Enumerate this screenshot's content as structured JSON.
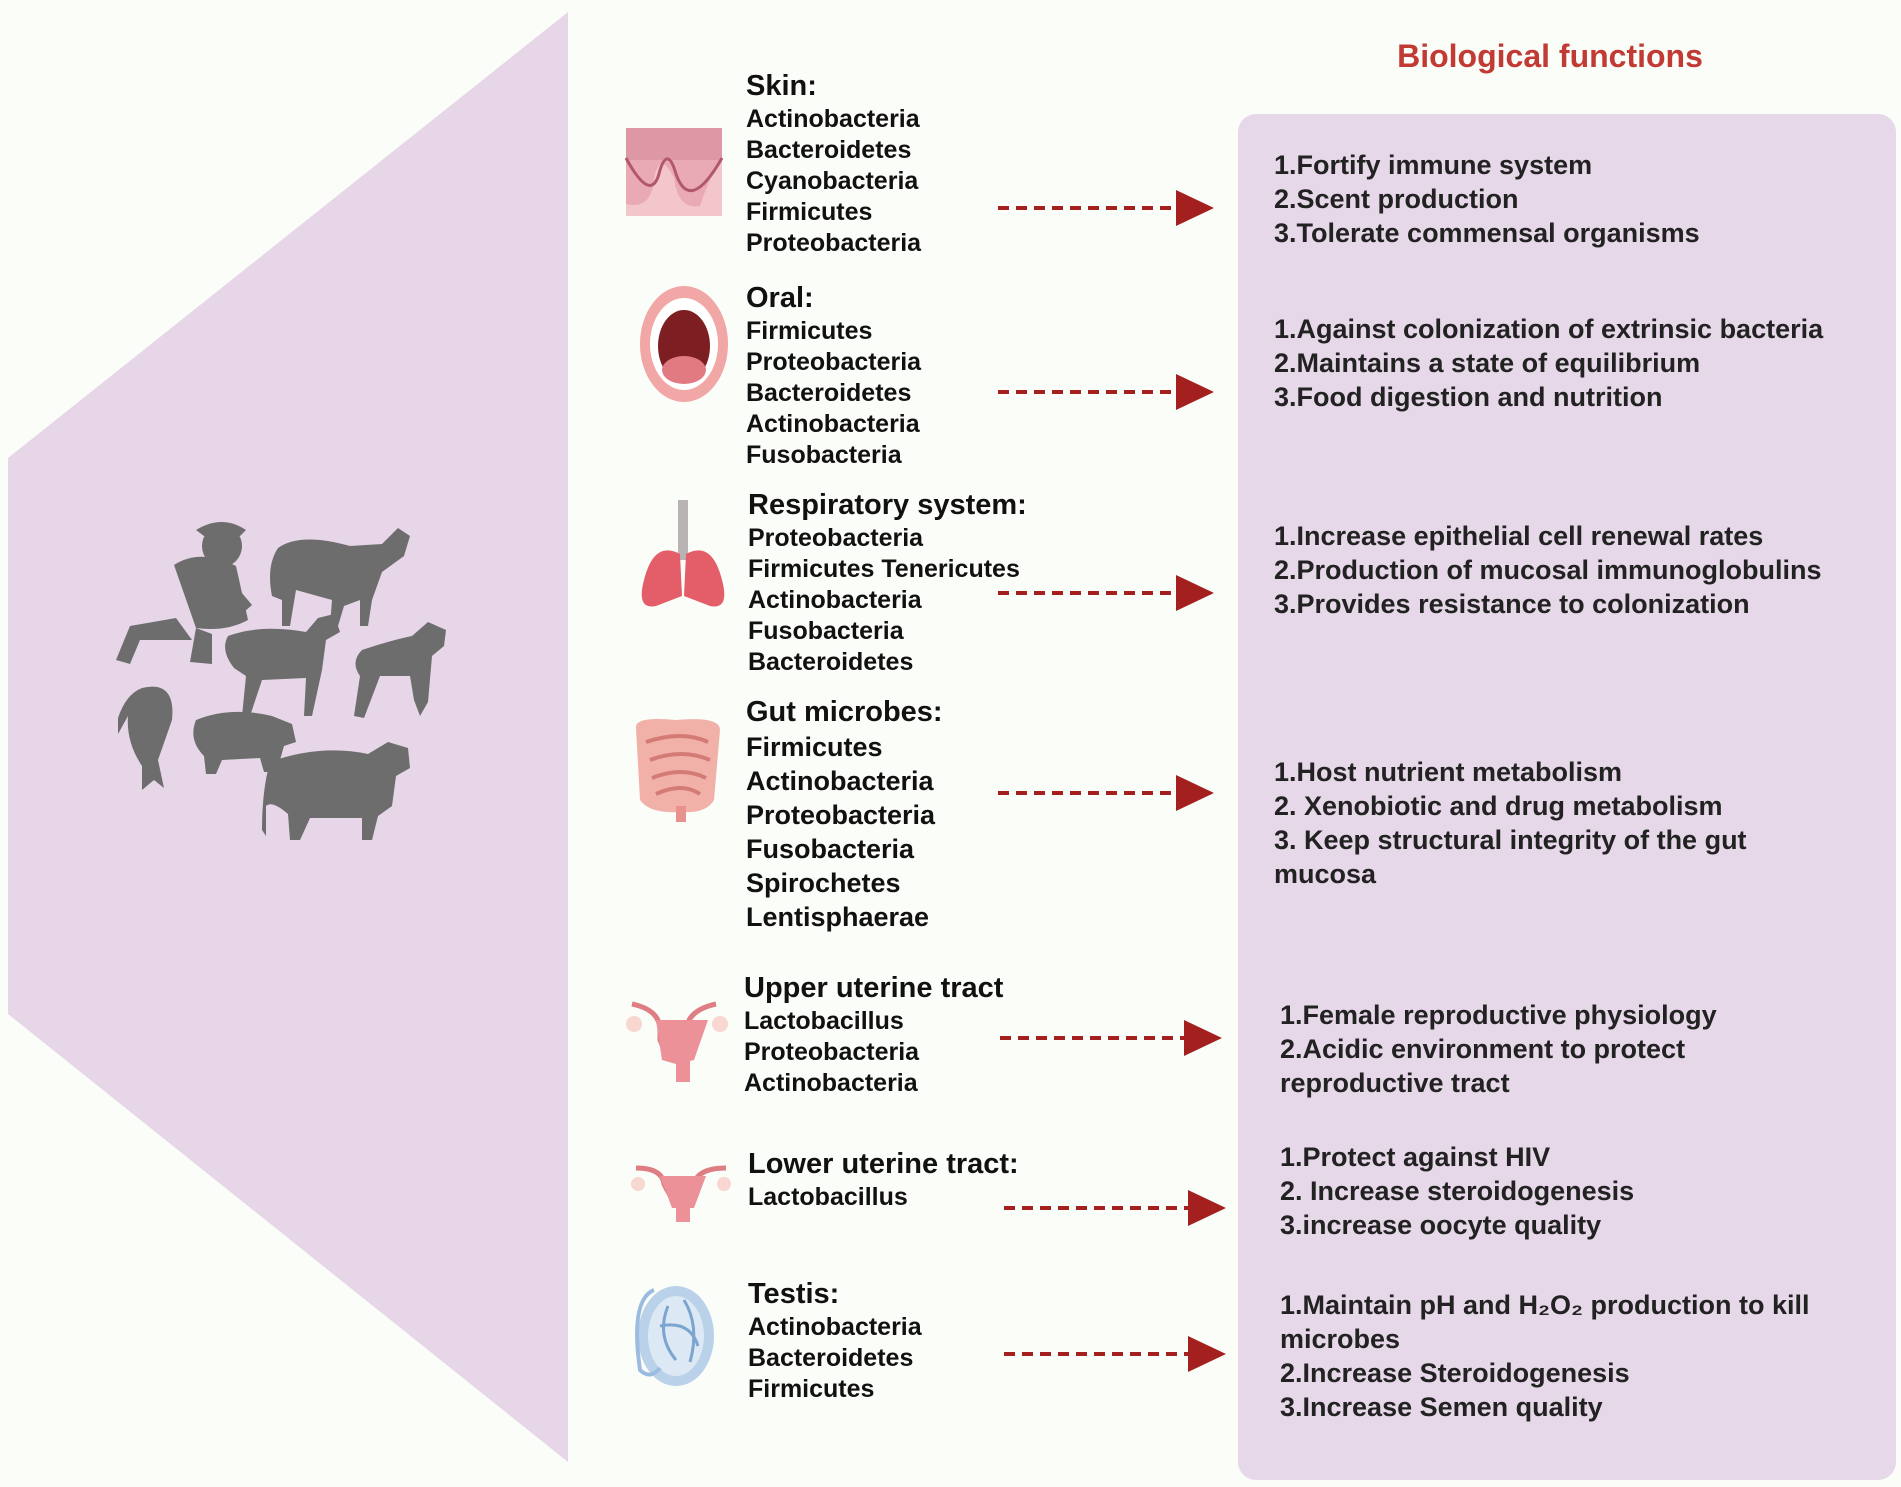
{
  "title": "Biological functions",
  "organs": [
    {
      "name": "Skin:",
      "icon": "skin-icon",
      "bacteria": [
        "Actinobacteria",
        "Bacteroidetes",
        "Cyanobacteria",
        "Firmicutes",
        "Proteobacteria"
      ],
      "functions": [
        "1.Fortify immune system",
        "2.Scent production",
        "3.Tolerate commensal organisms"
      ]
    },
    {
      "name": "Oral:",
      "icon": "mouth-icon",
      "bacteria": [
        "Firmicutes",
        "Proteobacteria",
        "Bacteroidetes",
        "Actinobacteria",
        "Fusobacteria"
      ],
      "functions": [
        "1.Against colonization of extrinsic bacteria",
        "2.Maintains a state of equilibrium",
        "3.Food digestion and nutrition"
      ]
    },
    {
      "name": "Respiratory system:",
      "icon": "lungs-icon",
      "bacteria": [
        "Proteobacteria",
        "Firmicutes Tenericutes",
        "Actinobacteria",
        "Fusobacteria",
        "Bacteroidetes"
      ],
      "functions": [
        "1.Increase epithelial cell renewal rates",
        "2.Production of mucosal immunoglobulins",
        "3.Provides resistance to colonization"
      ]
    },
    {
      "name": "Gut microbes:",
      "icon": "intestine-icon",
      "bacteria": [
        "Firmicutes",
        "Actinobacteria",
        "Proteobacteria",
        "Fusobacteria",
        "Spirochetes",
        "Lentisphaerae"
      ],
      "functions": [
        "1.Host nutrient metabolism",
        "2. Xenobiotic and drug metabolism",
        "3. Keep structural integrity of the gut",
        "mucosa"
      ]
    },
    {
      "name": "Upper uterine tract",
      "icon": "uterus-icon",
      "bacteria": [
        "Lactobacillus",
        "Proteobacteria",
        "Actinobacteria"
      ],
      "functions": [
        "1.Female reproductive physiology",
        "2.Acidic environment to protect",
        "reproductive tract"
      ]
    },
    {
      "name": "Lower uterine tract:",
      "icon": "uterus-small-icon",
      "bacteria": [
        "Lactobacillus"
      ],
      "functions": [
        "1.Protect against HIV",
        "2. Increase steroidogenesis",
        "3.increase oocyte quality"
      ]
    },
    {
      "name": "Testis:",
      "icon": "testis-icon",
      "bacteria": [
        "Actinobacteria",
        "Bacteroidetes",
        "Firmicutes"
      ],
      "functions": [
        "1.Maintain pH and H₂O₂ production to kill",
        "microbes",
        "2.Increase Steroidogenesis",
        "3.Increase Semen quality"
      ]
    }
  ],
  "animals_icon": "animals-and-human-silhouettes-icon",
  "colors": {
    "arrow": "#a3201f",
    "panel": "#e6d8e8",
    "title": "#c23a34",
    "silhouette": "#6d6d6d"
  }
}
